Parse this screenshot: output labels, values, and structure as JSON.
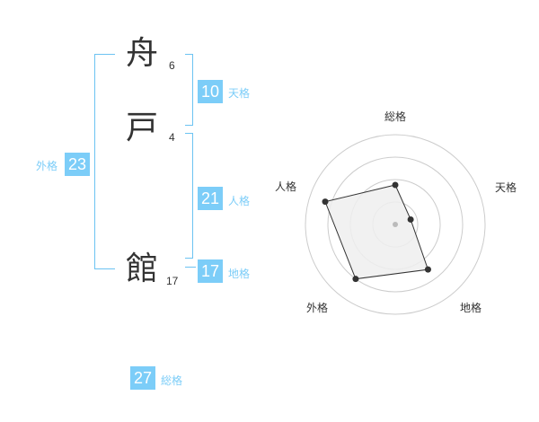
{
  "characters": [
    {
      "char": "舟",
      "strokes": "6"
    },
    {
      "char": "戸",
      "strokes": "4"
    },
    {
      "char": "館",
      "strokes": "17"
    }
  ],
  "scores": {
    "tenkaku": {
      "value": "10",
      "label": "天格"
    },
    "jinkaku": {
      "value": "21",
      "label": "人格"
    },
    "chikaku": {
      "value": "17",
      "label": "地格"
    },
    "gaikaku": {
      "value": "23",
      "label": "外格"
    },
    "soukaku": {
      "value": "27",
      "label": "総格"
    }
  },
  "chart_data": {
    "type": "radar",
    "axes": [
      "総格",
      "天格",
      "地格",
      "外格",
      "人格"
    ],
    "values": [
      0.44,
      0.18,
      0.62,
      0.75,
      0.82
    ],
    "range": [
      0,
      1
    ],
    "rings": 4
  }
}
